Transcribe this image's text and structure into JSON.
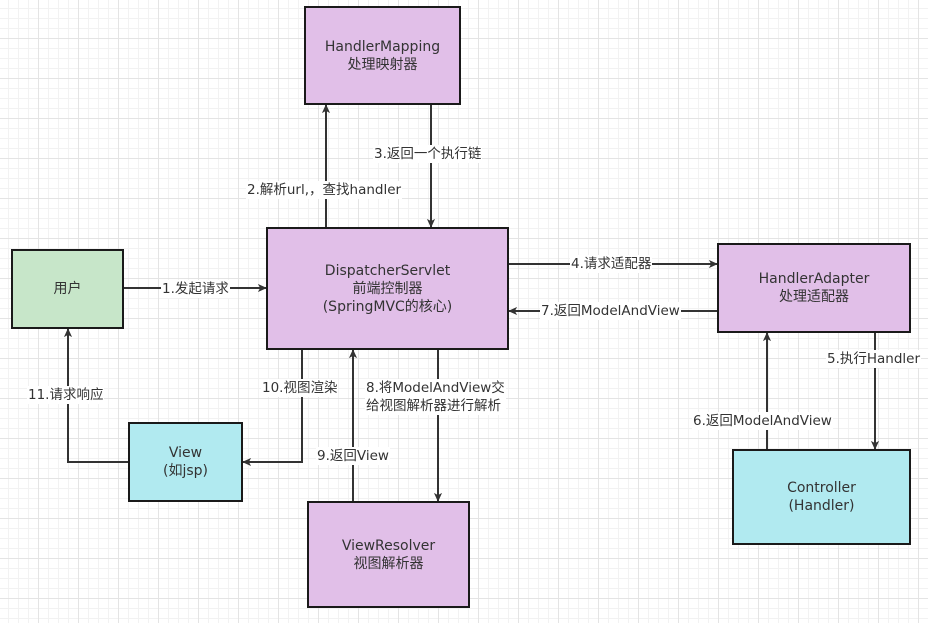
{
  "nodes": {
    "handler_mapping": {
      "line1": "HandlerMapping",
      "line2": "处理映射器"
    },
    "dispatcher": {
      "line1": "DispatcherServlet",
      "line2": "前端控制器",
      "line3": "(SpringMVC的核心)"
    },
    "user": {
      "label": "用户"
    },
    "handler_adapter": {
      "line1": "HandlerAdapter",
      "line2": "处理适配器"
    },
    "view": {
      "line1": "View",
      "line2": "(如jsp)"
    },
    "view_resolver": {
      "line1": "ViewResolver",
      "line2": "视图解析器"
    },
    "controller": {
      "line1": "Controller",
      "line2": "(Handler)"
    }
  },
  "edges": {
    "e1": "1.发起请求",
    "e2": "2.解析url,，查找handler",
    "e3": "3.返回一个执行链",
    "e4": "4.请求适配器",
    "e5": "5.执行Handler",
    "e6": "6.返回ModelAndView",
    "e7": "7.返回ModelAndView",
    "e8_line1": "8.将ModelAndView交",
    "e8_line2": "给视图解析器进行解析",
    "e9": "9.返回View",
    "e10": "10.视图渲染",
    "e11": "11.请求响应"
  }
}
